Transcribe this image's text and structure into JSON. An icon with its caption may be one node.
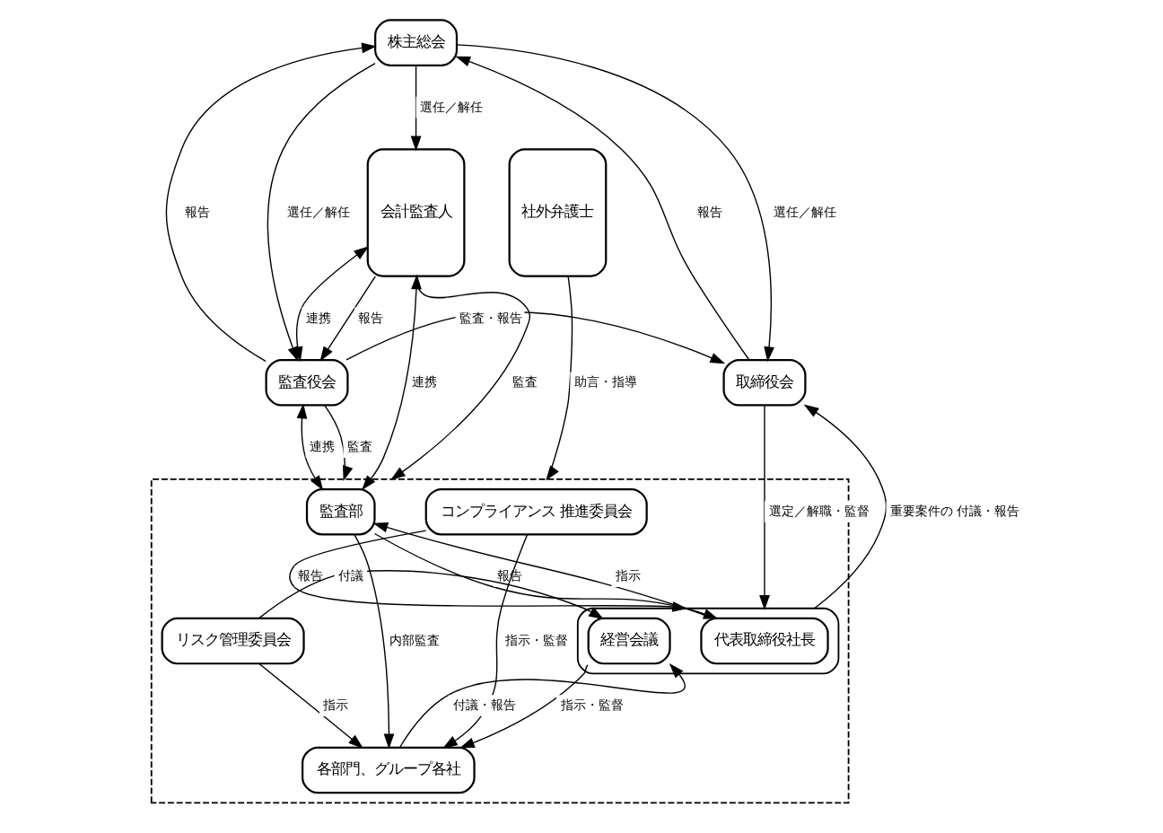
{
  "diagram": {
    "nodes": [
      {
        "text": [
          "株主総会"
        ]
      },
      {
        "text": [
          "会計監査人"
        ]
      },
      {
        "text": [
          "監査役会"
        ]
      },
      {
        "text": [
          "取締役会"
        ]
      },
      {
        "text": [
          "社外弁護士"
        ]
      },
      {
        "text": [],
        "shape": "box"
      },
      {
        "text": [
          "監査部"
        ],
        "in": 5
      },
      {
        "text": [],
        "shape": "box",
        "in": 5
      },
      {
        "text": [
          "代表取締役社長"
        ],
        "in": 7
      },
      {
        "text": [
          "経営会議"
        ],
        "in": 7
      },
      {
        "text": [
          "コンプライアンス 推進委員会"
        ],
        "in": 5
      },
      {
        "text": [
          "リスク管理委員会"
        ],
        "in": 5
      },
      {
        "text": [
          "各部門、グループ各社"
        ],
        "in": 5
      }
    ],
    "edges": [
      {
        "from": 0,
        "to": 1,
        "arrow": "to",
        "label": "選任／解任"
      },
      {
        "from": 2,
        "to": 0,
        "arrow": "to",
        "label": "報告"
      },
      {
        "from": 0,
        "to": 2,
        "arrow": "to",
        "label": "選任／解任"
      },
      {
        "from": 3,
        "to": 0,
        "arrow": "to",
        "label": "報告"
      },
      {
        "from": 0,
        "to": 3,
        "arrow": "to",
        "label": "選任／解任"
      },
      {
        "from": 1,
        "to": 2,
        "arrow": "to",
        "label": "報告"
      },
      {
        "from": 1,
        "to": 2,
        "arrow": "both",
        "label": "連携"
      },
      {
        "from": 2,
        "to": 3,
        "arrow": "to",
        "label": "監査・報告"
      },
      {
        "from": 2,
        "to": 6,
        "arrow": "both",
        "label": "連携"
      },
      {
        "from": 2,
        "to": 5,
        "arrow": "to",
        "label": "監査"
      },
      {
        "from": 7,
        "to": 3,
        "arrow": "to",
        "label": "重要案件の 付議・報告"
      },
      {
        "from": 3,
        "to": 7,
        "arrow": "to",
        "label": "選定／解職・監督"
      },
      {
        "from": 1,
        "to": 6,
        "arrow": "both",
        "label": "連携"
      },
      {
        "from": 1,
        "to": 5,
        "arrow": "to",
        "label": "監査"
      },
      {
        "from": 8,
        "to": 6,
        "arrow": "to",
        "label": "指示"
      },
      {
        "from": 6,
        "to": 8,
        "arrow": "to",
        "label": "報告"
      },
      {
        "from": 10,
        "to": 7,
        "arrow": "to",
        "label": "報告"
      },
      {
        "from": 11,
        "to": 9,
        "arrow": "to",
        "label": "付議"
      },
      {
        "from": 6,
        "to": 12,
        "arrow": "to",
        "label": "内部監査"
      },
      {
        "from": 12,
        "to": 9,
        "arrow": "to",
        "label": "付議・報告"
      },
      {
        "from": 9,
        "to": 12,
        "arrow": "to",
        "label": "指示・監督"
      },
      {
        "from": 11,
        "to": 12,
        "arrow": "to",
        "label": "指示"
      },
      {
        "from": 10,
        "to": 12,
        "arrow": "to",
        "label": "指示・監督"
      },
      {
        "from": 4,
        "to": 5,
        "arrow": "to",
        "label": "助言・指導"
      }
    ]
  }
}
